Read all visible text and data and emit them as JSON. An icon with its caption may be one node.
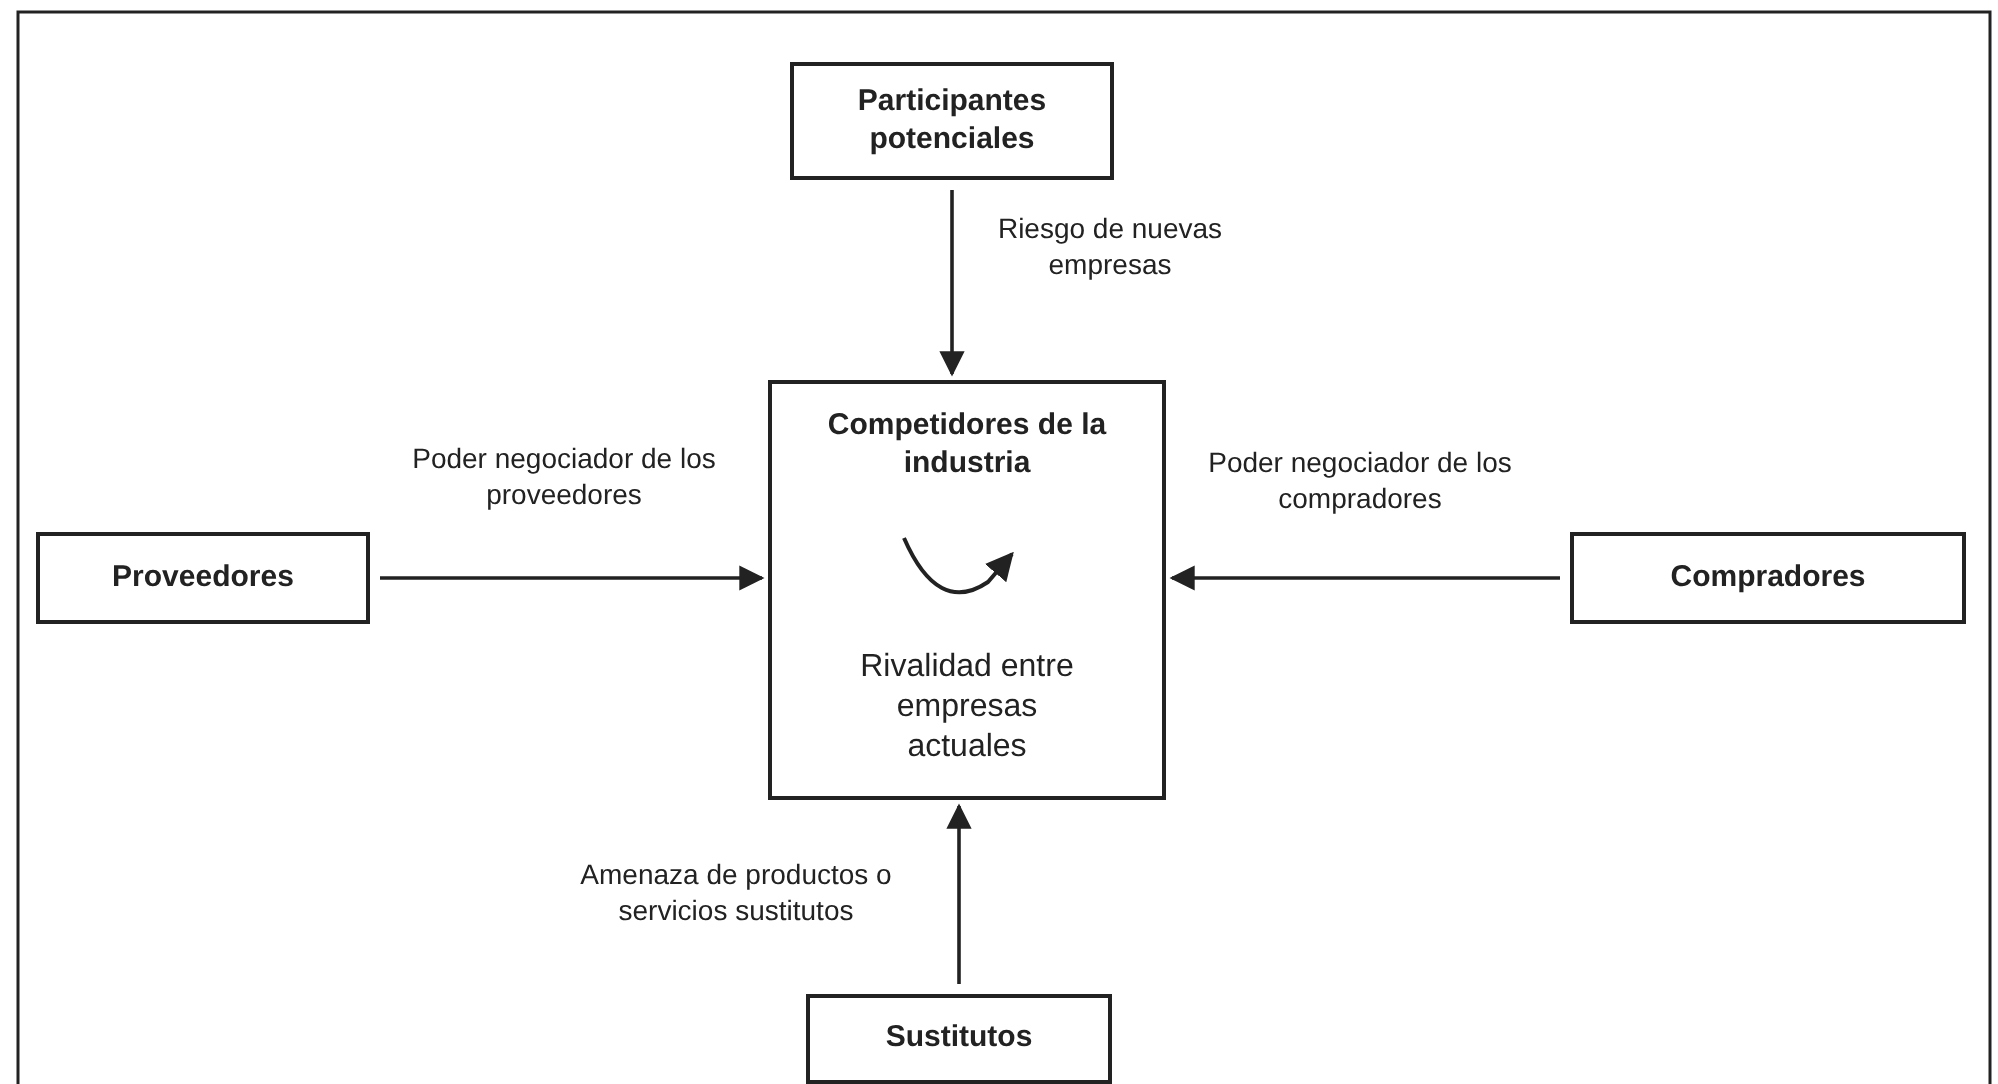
{
  "diagram": {
    "nodes": [
      {
        "text": [
          "Participantes potenciales"
        ]
      },
      {
        "text": [
          "Proveedores"
        ]
      },
      {
        "text": [
          "Competidores de la industria",
          "Rivalidad entre empresas actuales"
        ]
      },
      {
        "text": [
          "Compradores"
        ]
      },
      {
        "text": [
          "Sustitutos"
        ]
      }
    ],
    "edges": [
      {
        "from": 0,
        "to": 2,
        "arrow": "to",
        "label": "Riesgo de nuevas empresas"
      },
      {
        "from": 1,
        "to": 2,
        "arrow": "to",
        "label": "Poder negociador de los proveedores"
      },
      {
        "from": 3,
        "to": 2,
        "arrow": "to",
        "label": "Poder negociador de los compradores"
      },
      {
        "from": 4,
        "to": 2,
        "arrow": "to",
        "label": "Amenaza de productos o servicios sustitutos"
      }
    ]
  }
}
